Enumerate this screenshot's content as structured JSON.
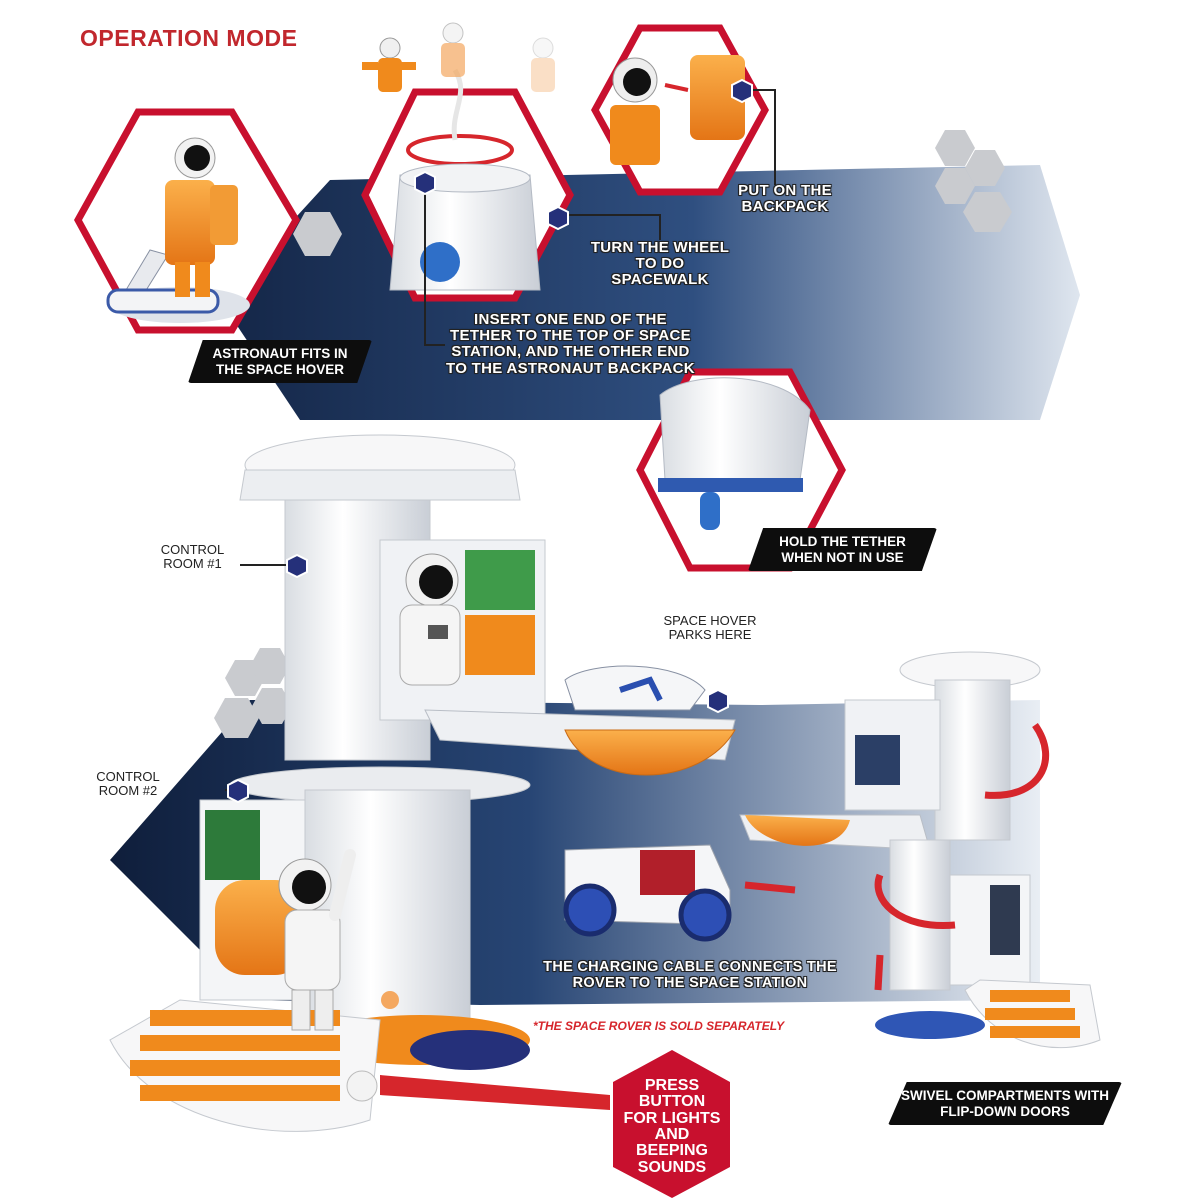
{
  "title": "OPERATION MODE",
  "labels": {
    "backpack": "PUT ON THE BACKPACK",
    "wheel": "TURN THE WHEEL TO DO SPACEWALK",
    "tether_insert": "INSERT ONE END OF THE TETHER TO THE TOP OF SPACE STATION, AND THE OTHER END TO THE ASTRONAUT BACKPACK",
    "hover_fit": "ASTRONAUT FITS IN THE SPACE HOVER",
    "hold_tether": "HOLD THE TETHER WHEN NOT IN USE",
    "control_room_1": "CONTROL ROOM #1",
    "control_room_2": "CONTROL ROOM #2",
    "hover_parks": "SPACE HOVER PARKS HERE",
    "charging": "THE CHARGING CABLE CONNECTS THE ROVER TO THE SPACE STATION",
    "rover_note": "*THE SPACE ROVER IS SOLD SEPARATELY",
    "press": "PRESS BUTTON FOR LIGHTS AND BEEPING SOUNDS",
    "swivel": "SWIVEL COMPARTMENTS WITH FLIP-DOWN DOORS"
  },
  "colors": {
    "title_red": "#c1272d",
    "navy": "#1c2f56",
    "hex_border": "#c8102e",
    "accent_orange": "#f08a1c",
    "marker_blue": "#25307a"
  }
}
